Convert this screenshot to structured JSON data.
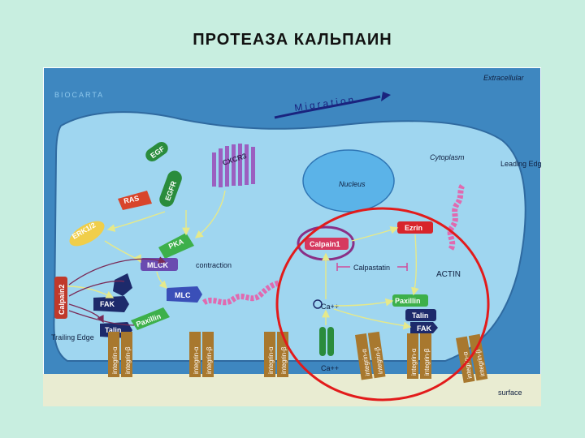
{
  "title": "ПРОТЕАЗА КАЛЬПАИН",
  "diagram": {
    "logo": "BIOCARTA",
    "labels": {
      "extracellular": "Extracellular",
      "cytoplasm": "Cytoplasm",
      "nucleus": "Nucleus",
      "leading_edge": "Leading Edge",
      "trailing_edge": "Trailing Edge",
      "surface": "surface",
      "migration": "Migration",
      "contraction": "contraction",
      "calpastatin": "Calpastatin"
    },
    "proteins": {
      "egf": "EGF",
      "egfr": "EGFR",
      "cxcr3": "CXCR3",
      "ras": "RAS",
      "erk12": "ERK1/2",
      "pka": "PKA",
      "mlck": "MLCK",
      "mlc": "MLC",
      "calpain2": "Calpain2",
      "calpain1": "Calpain1",
      "fak_left": "FAK",
      "fak_right": "FAK",
      "talin_left": "Talin",
      "talin_right": "Talin",
      "paxillin_left": "Paxillin",
      "paxillin_right": "Paxillin",
      "ezrin": "Ezrin",
      "actin": "ACTIN",
      "ca_inner": "Ca++",
      "ca_outer": "Ca++"
    },
    "integrins": [
      {
        "alpha": "integrin-α",
        "beta": "integrin-β"
      },
      {
        "alpha": "integrin-α",
        "beta": "integrin-β"
      },
      {
        "alpha": "integrin-α",
        "beta": "integrin-β"
      },
      {
        "alpha": "integrin-α",
        "beta": "integrin-β"
      },
      {
        "alpha": "integrin-α",
        "beta": "integrin-β"
      },
      {
        "alpha": "integrin-α",
        "beta": "integrin-β"
      }
    ],
    "colors": {
      "extracellular": "#3e87c0",
      "cytoplasm": "#9fd6f0",
      "nucleus": "#5bb3e8",
      "surface": "#e9ecd2",
      "highlight_ring": "#e21b1b",
      "calpain_ring": "#8a2f86"
    }
  }
}
